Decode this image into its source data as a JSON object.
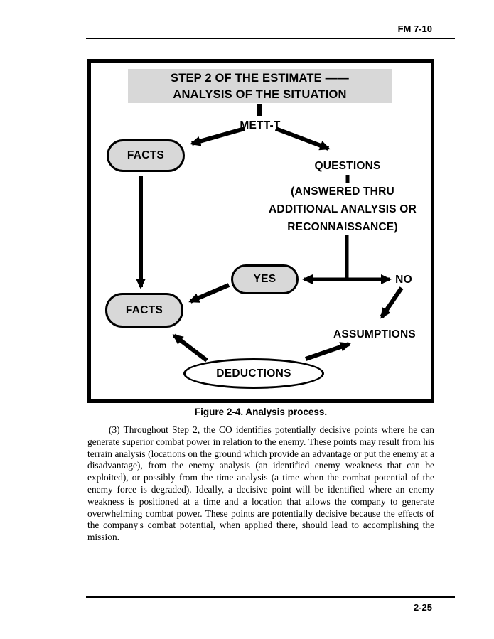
{
  "header": {
    "doc_ref": "FM 7-10"
  },
  "figure": {
    "title_line1": "STEP 2 OF THE ESTIMATE ——",
    "title_line2": "ANALYSIS OF THE SITUATION",
    "nodes": {
      "mett_t": "METT-T",
      "facts_top": "FACTS",
      "questions": "QUESTIONS",
      "answered_line1": "(ANSWERED THRU",
      "answered_line2": "ADDITIONAL ANALYSIS OR",
      "answered_line3": "RECONNAISSANCE)",
      "yes": "YES",
      "no": "NO",
      "facts_bottom": "FACTS",
      "assumptions": "ASSUMPTIONS",
      "deductions": "DEDUCTIONS"
    },
    "caption": "Figure 2-4. Analysis process."
  },
  "body": {
    "paragraph": "(3) Throughout Step 2, the CO identifies potentially decisive points where he can generate superior combat power in relation to the enemy. These points may result from his terrain analysis (locations on the ground which provide an advantage or put the enemy at a disadvantage), from the enemy analysis (an identified enemy weakness that can be exploited), or possibly from the time analysis (a time when the combat potential of the enemy force is degraded). Ideally, a decisive point will be identified where an enemy weakness is positioned at a time and a location that allows the company to generate overwhelming combat power. These points are potentially decisive because the effects of the company's combat potential, when applied there, should lead to accomplishing the mission."
  },
  "footer": {
    "page_number": "2-25"
  },
  "colors": {
    "node_fill": "#d8d8d8",
    "line": "#000000",
    "page_bg": "#ffffff"
  }
}
